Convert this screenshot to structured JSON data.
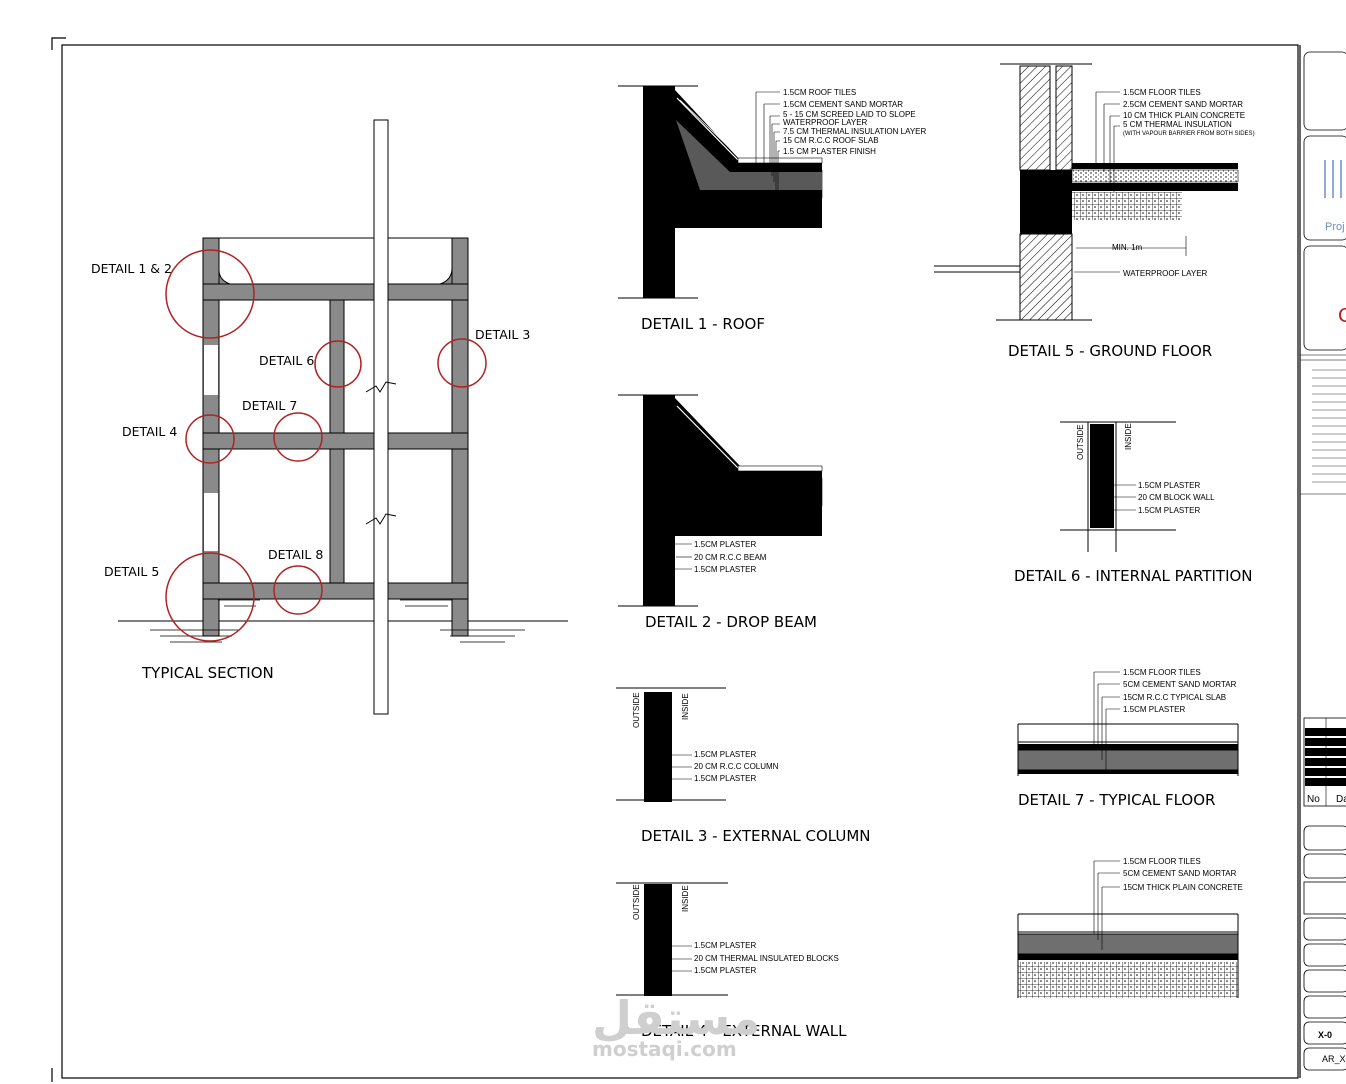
{
  "section": {
    "title": "TYPICAL SECTION",
    "callouts": [
      "DETAIL 1 & 2",
      "DETAIL 6",
      "DETAIL 3",
      "DETAIL 7",
      "DETAIL 4",
      "DETAIL 5",
      "DETAIL 8"
    ]
  },
  "details": {
    "d1": {
      "title": "DETAIL 1 - ROOF",
      "notes": [
        "1.5CM ROOF TILES",
        "1.5CM CEMENT SAND MORTAR",
        "5 - 15 CM SCREED LAID TO SLOPE",
        "WATERPROOF LAYER",
        "7.5 CM THERMAL INSULATION LAYER",
        "15 CM R.C.C ROOF SLAB",
        "1.5 CM PLASTER FINISH"
      ]
    },
    "d2": {
      "title": "DETAIL 2 -  DROP BEAM",
      "notes": [
        "1.5CM PLASTER",
        "20 CM R.C.C BEAM",
        "1.5CM PLASTER"
      ]
    },
    "d3": {
      "title": "DETAIL 3 - EXTERNAL COLUMN",
      "notes": [
        "1.5CM PLASTER",
        "20 CM R.C.C COLUMN",
        "1.5CM PLASTER"
      ]
    },
    "d4": {
      "title": "DETAIL 4 - EXTERNAL WALL",
      "notes": [
        "1.5CM PLASTER",
        "20 CM THERMAL INSULATED BLOCKS",
        "1.5CM PLASTER"
      ]
    },
    "d5": {
      "title": "DETAIL 5 - GROUND FLOOR",
      "notes": [
        "1.5CM FLOOR TILES",
        "2.5CM CEMENT SAND MORTAR",
        "10 CM THICK PLAIN CONCRETE",
        "5 CM THERMAL INSULATION",
        "(WITH VAPOUR BARRIER FROM BOTH SIDES)"
      ],
      "dim": "MIN. 1m",
      "extra": "WATERPROOF LAYER"
    },
    "d6": {
      "title": "DETAIL 6 - INTERNAL PARTITION",
      "notes": [
        "1.5CM PLASTER",
        "20 CM BLOCK WALL",
        "1.5CM PLASTER"
      ]
    },
    "d7": {
      "title": "DETAIL 7 - TYPICAL FLOOR",
      "notes": [
        "1.5CM FLOOR TILES",
        "5CM CEMENT SAND MORTAR",
        "15CM R.C.C TYPICAL SLAB",
        "1.5CM PLASTER"
      ]
    },
    "d8": {
      "notes": [
        "1.5CM FLOOR TILES",
        "5CM CEMENT SAND MORTAR",
        "15CM THICK PLAIN CONCRETE"
      ]
    }
  },
  "sides": {
    "outside": "OUTSIDE",
    "inside": "INSIDE"
  },
  "watermark": {
    "arabic": "مستقل",
    "latin": "mostaqi.com"
  },
  "titleblock": {
    "proj": "Proj",
    "rev_no": "No",
    "rev_date": "Da",
    "sheet": "AR_X-",
    "code": "X-0"
  },
  "colors": {
    "circle": "#b22222",
    "wall": "#8a8a8a"
  }
}
